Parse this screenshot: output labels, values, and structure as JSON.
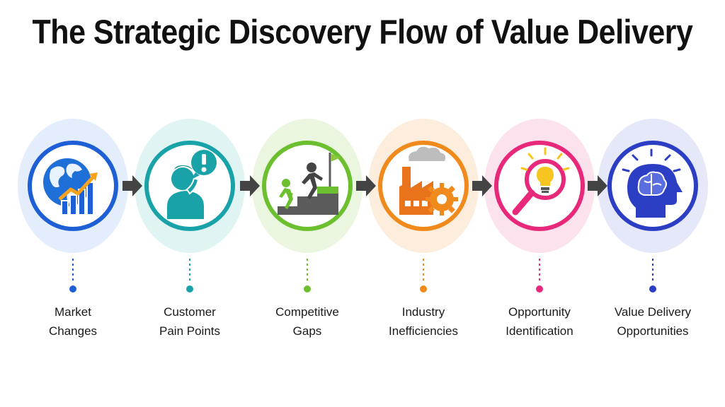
{
  "title": "The Strategic Discovery Flow of Value Delivery",
  "steps": [
    {
      "line1": "Market",
      "line2": "Changes",
      "color": "#1f5fd6",
      "glow": "#dce8fb",
      "icon": "globe-growth-icon"
    },
    {
      "line1": "Customer",
      "line2": "Pain Points",
      "color": "#19a3a8",
      "glow": "#d8f1f1",
      "icon": "person-alert-icon"
    },
    {
      "line1": "Competitive",
      "line2": "Gaps",
      "color": "#6cbf2f",
      "glow": "#e6f4d8",
      "icon": "climbing-stairs-icon"
    },
    {
      "line1": "Industry",
      "line2": "Inefficiencies",
      "color": "#f08a1c",
      "glow": "#fde9d4",
      "icon": "factory-gear-icon"
    },
    {
      "line1": "Opportunity",
      "line2": "Identification",
      "color": "#e8287a",
      "glow": "#fbdbe8",
      "icon": "magnifier-bulb-icon"
    },
    {
      "line1": "Value Delivery",
      "line2": "Opportunities",
      "color": "#2c3fc4",
      "glow": "#dde2f7",
      "icon": "brain-head-icon"
    }
  ]
}
